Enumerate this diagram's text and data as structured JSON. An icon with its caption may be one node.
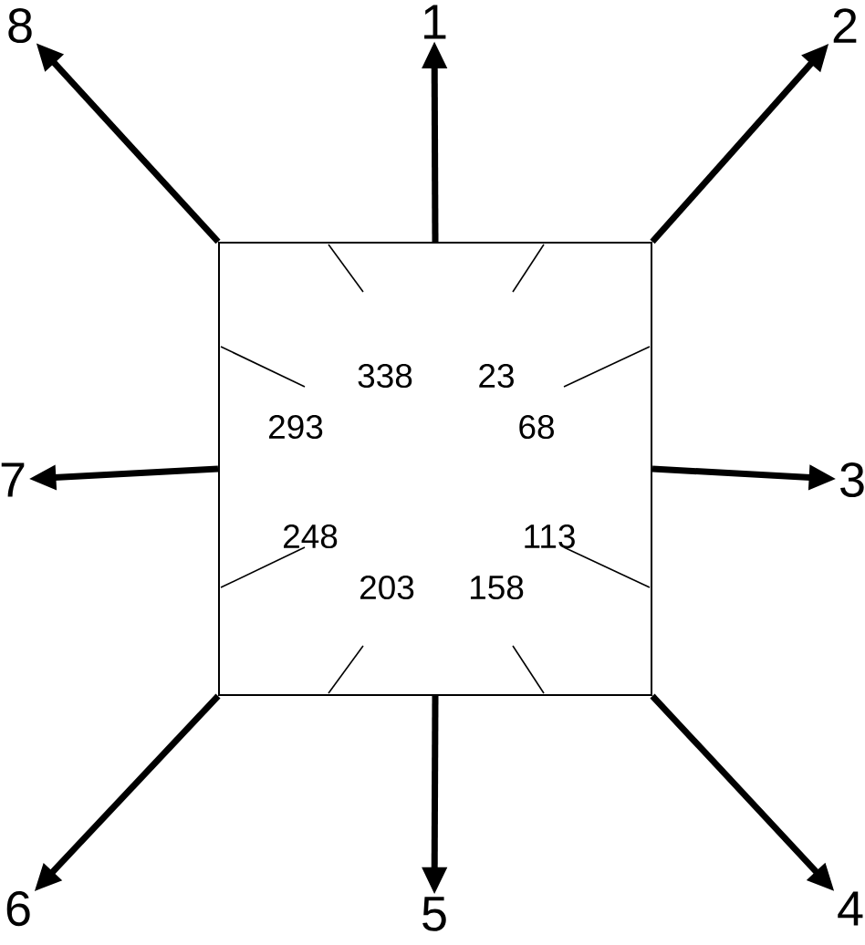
{
  "diagram": {
    "nodes": [
      {
        "text": [
          "8"
        ]
      },
      {
        "text": [
          "1"
        ]
      },
      {
        "text": [
          "2"
        ]
      },
      {
        "text": [],
        "shape": "box"
      },
      {
        "text": [
          "7"
        ]
      },
      {
        "text": [
          "3"
        ]
      },
      {
        "text": [
          "6"
        ]
      },
      {
        "text": [
          "5"
        ]
      },
      {
        "text": [
          "4"
        ]
      }
    ],
    "edges": [
      {
        "from": 3,
        "to": 1,
        "arrow": "to"
      },
      {
        "from": 3,
        "to": 2,
        "arrow": "to"
      },
      {
        "from": 3,
        "to": 5,
        "arrow": "to"
      },
      {
        "from": 3,
        "to": 8,
        "arrow": "to"
      },
      {
        "from": 3,
        "to": 7,
        "arrow": "to"
      },
      {
        "from": 3,
        "to": 6,
        "arrow": "to"
      },
      {
        "from": 3,
        "to": 4,
        "arrow": "to"
      },
      {
        "from": 3,
        "to": 0,
        "arrow": "to"
      }
    ],
    "labels": [
      "338",
      "23",
      "293",
      "68",
      "248",
      "113",
      "203",
      "158"
    ]
  }
}
